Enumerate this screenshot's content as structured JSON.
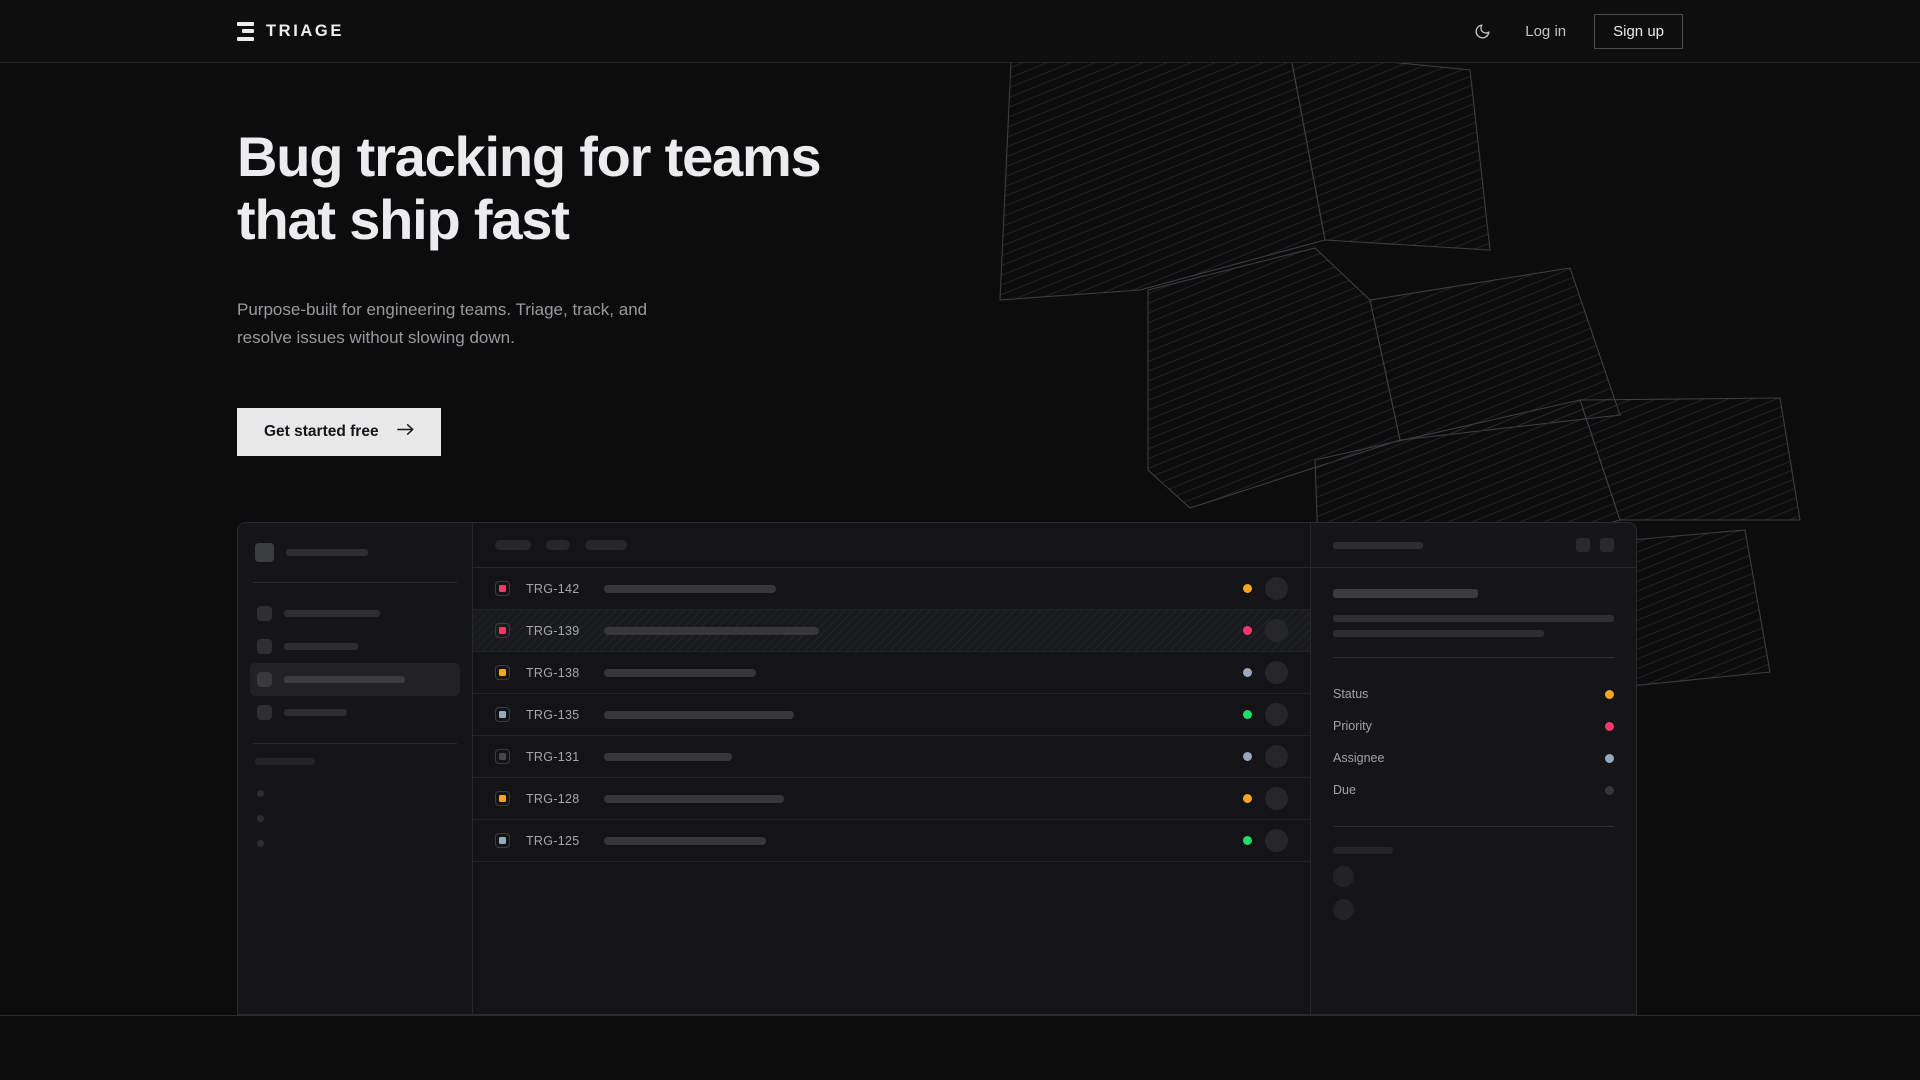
{
  "theme": {
    "page_bg": "#0c0c0d",
    "header_bg": "#0e0e0f",
    "panel_bg": "#141416",
    "border": "#2a2a2d",
    "text_primary": "#ececee",
    "text_muted": "#9a9a9e",
    "accent_amber": "#f5a623",
    "accent_pink": "#f2386b",
    "accent_green": "#22dd6a",
    "accent_slate": "#9aa8bd",
    "accent_gray": "#46464b"
  },
  "header": {
    "brand": "TRIAGE",
    "brand_icon": "stacked-bars-logo",
    "theme_toggle_icon": "moon-icon",
    "login_label": "Log in",
    "signup_label": "Sign up"
  },
  "hero": {
    "title": "Bug tracking for teams\nthat ship fast",
    "subtitle": "Purpose-built for engineering teams. Triage, track, and\nresolve issues without slowing down.",
    "cta_label": "Get started free",
    "cta_icon": "arrow-right-icon"
  },
  "app_mockup": {
    "sidebar": {
      "workspace_skeleton_width": 82,
      "nav_items": [
        {
          "label_width": 96,
          "active": false
        },
        {
          "label_width": 74,
          "active": false
        },
        {
          "label_width": 121,
          "active": true
        },
        {
          "label_width": 63,
          "active": false
        }
      ],
      "section_label_width": 60,
      "mini_items": 3
    },
    "list": {
      "filters": [
        {
          "width": 36
        },
        {
          "width": 24
        },
        {
          "width": 42
        }
      ],
      "rows": [
        {
          "id": "TRG-142",
          "priority_color": "#f2386b",
          "title_width": 172,
          "status_color": "#f5a623",
          "selected": false
        },
        {
          "id": "TRG-139",
          "priority_color": "#f2386b",
          "title_width": 215,
          "status_color": "#f2386b",
          "selected": true
        },
        {
          "id": "TRG-138",
          "priority_color": "#f5a623",
          "title_width": 152,
          "status_color": "#9aa8bd",
          "selected": false
        },
        {
          "id": "TRG-135",
          "priority_color": "#9aa8bd",
          "title_width": 190,
          "status_color": "#22dd6a",
          "selected": false
        },
        {
          "id": "TRG-131",
          "priority_color": "#46464b",
          "title_width": 128,
          "status_color": "#9aa8bd",
          "selected": false
        },
        {
          "id": "TRG-128",
          "priority_color": "#f5a623",
          "title_width": 180,
          "status_color": "#f5a623",
          "selected": false
        },
        {
          "id": "TRG-125",
          "priority_color": "#9aa8bd",
          "title_width": 162,
          "status_color": "#22dd6a",
          "selected": false
        }
      ]
    },
    "detail": {
      "header_skeleton_width": 90,
      "action_buttons": 2,
      "title_skeleton_width": 145,
      "desc_line_widths": [
        281,
        211
      ],
      "meta": [
        {
          "label": "Status",
          "color": "#f5a623"
        },
        {
          "label": "Priority",
          "color": "#f2386b"
        },
        {
          "label": "Assignee",
          "color": "#9aa8bd"
        },
        {
          "label": "Due",
          "color": "#37373b"
        }
      ],
      "comments_label_width": 60,
      "comment_avatars": 2
    }
  }
}
